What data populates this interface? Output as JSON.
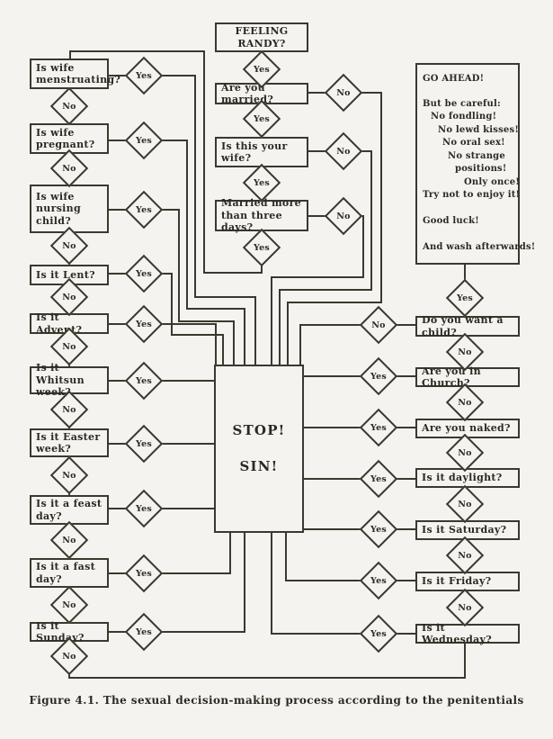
{
  "caption": "Figure 4.1. The sexual decision-making process according to the penitentials",
  "decision_labels": {
    "yes": "Yes",
    "no": "No"
  },
  "start_question": "FEELING RANDY?",
  "center_questions": [
    "Are you married?",
    "Is this your wife?",
    "Married more than three days?"
  ],
  "left_questions": [
    "Is wife menstruating?",
    "Is wife pregnant?",
    "Is wife nursing child?",
    "Is it Lent?",
    "Is it Advent?",
    "Is it Whitsun week?",
    "Is it Easter week?",
    "Is it a feast day?",
    "Is it a fast day?",
    "Is it Sunday?"
  ],
  "right_questions": [
    "Do you want a child?",
    "Are you in Church?",
    "Are you naked?",
    "Is it daylight?",
    "Is it Saturday?",
    "Is it Friday?",
    "Is it Wednesday?"
  ],
  "stop_box": {
    "line1": "STOP!",
    "line2": "SIN!"
  },
  "go_ahead": [
    "GO AHEAD!",
    "But be careful:",
    "No fondling!",
    "No lewd kisses!",
    "No oral sex!",
    "No strange",
    "positions!",
    "Only once!",
    "Try not to enjoy it!",
    "Good luck!",
    "And wash afterwards!"
  ],
  "colors": {
    "ink": "#3b382e",
    "paper": "#f4f3ef"
  }
}
